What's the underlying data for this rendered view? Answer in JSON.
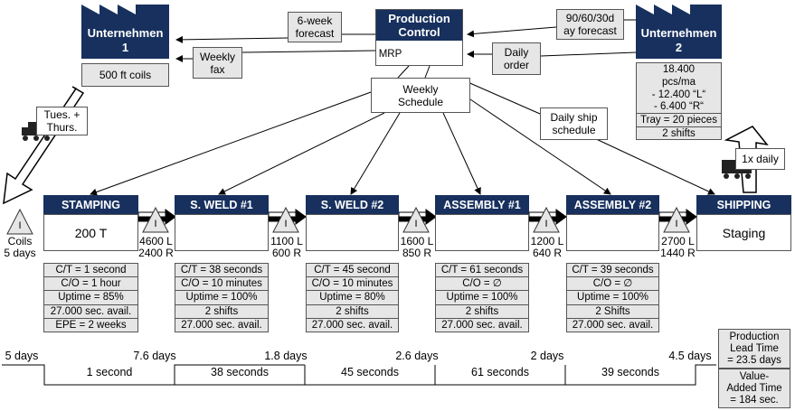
{
  "production_control": {
    "title_line1": "Production",
    "title_line2": "Control",
    "mrp": "MRP"
  },
  "supplier": {
    "name_line1": "Unternehmen",
    "name_line2": "1",
    "material": "500 ft coils"
  },
  "customer": {
    "name_line1": "Unternehmen",
    "name_line2": "2",
    "data": [
      "18.400",
      "pcs/ma",
      "- 12.400 “L“",
      "- 6.400 “R“",
      "Tray = 20 pieces",
      "2 shifts"
    ]
  },
  "info_flows": {
    "forecast_supplier_line1": "6-week",
    "forecast_supplier_line2": "forecast",
    "fax_line1": "Weekly",
    "fax_line2": "fax",
    "forecast_customer_line1": "90/60/30d",
    "forecast_customer_line2": "ay forecast",
    "daily_order_line1": "Daily",
    "daily_order_line2": "order",
    "weekly_schedule_line1": "Weekly",
    "weekly_schedule_line2": "Schedule",
    "daily_ship_line1": "Daily ship",
    "daily_ship_line2": "schedule"
  },
  "shipments": {
    "inbound_line1": "Tues. +",
    "inbound_line2": "Thurs.",
    "outbound": "1x daily"
  },
  "inventory_symbol": "I",
  "processes": [
    {
      "name": "STAMPING",
      "body": "200 T",
      "data": [
        "C/T = 1 second",
        "C/O = 1 hour",
        "Uptime  = 85%",
        "27.000 sec. avail.",
        "EPE = 2 weeks"
      ]
    },
    {
      "name": "S. WELD #1",
      "body": "",
      "data": [
        "C/T = 38 seconds",
        "C/O = 10 minutes",
        "Uptime  = 100%",
        "2 shifts",
        "27.000 sec. avail."
      ]
    },
    {
      "name": "S. WELD #2",
      "body": "",
      "data": [
        "C/T = 45 second",
        "C/O = 10 minutes",
        "Uptime  = 80%",
        "2 shifts",
        "27.000 sec. avail."
      ]
    },
    {
      "name": "ASSEMBLY #1",
      "body": "",
      "data": [
        "C/T = 61 seconds",
        "C/O = ∅",
        "Uptime  = 100%",
        "2 shifts",
        "27.000 sec. avail."
      ]
    },
    {
      "name": "ASSEMBLY #2",
      "body": "",
      "data": [
        "C/T = 39 seconds",
        "C/O = ∅",
        "Uptime  = 100%",
        "2 Shifts",
        "27.000 sec. avail."
      ]
    },
    {
      "name": "SHIPPING",
      "body": "Staging",
      "data": []
    }
  ],
  "inventories": [
    {
      "line1": "Coils",
      "line2": "5 days"
    },
    {
      "line1": "4600 L",
      "line2": "2400 R"
    },
    {
      "line1": "1100 L",
      "line2": "600 R"
    },
    {
      "line1": "1600 L",
      "line2": "850 R"
    },
    {
      "line1": "1200 L",
      "line2": "640 R"
    },
    {
      "line1": "2700 L",
      "line2": "1440 R"
    }
  ],
  "timeline": {
    "wait_days": [
      "5 days",
      "7.6 days",
      "1.8 days",
      "2.6 days",
      "2 days",
      "4.5 days"
    ],
    "process_times": [
      "1 second",
      "38 seconds",
      "45 seconds",
      "61 seconds",
      "39 seconds"
    ]
  },
  "lead_time": {
    "line1": "Production",
    "line2": "Lead Time",
    "line3": "= 23.5 days"
  },
  "value_added": {
    "line1": "Value-",
    "line2": "Added Time",
    "line3": "= 184 sec."
  }
}
